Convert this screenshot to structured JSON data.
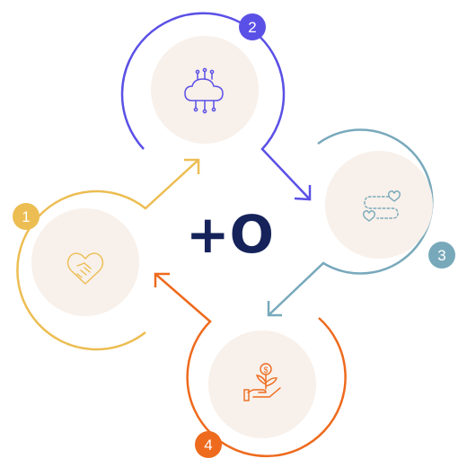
{
  "center_logo": {
    "text": "+O"
  },
  "colors": {
    "step1": "#ecbd52",
    "step2": "#5b50e6",
    "step3": "#78a9bb",
    "step4": "#ee6a1d",
    "disc": "#f8f0ea",
    "logo": "#15235a"
  },
  "steps": [
    {
      "number": "1",
      "icon": "handshake-heart-icon"
    },
    {
      "number": "2",
      "icon": "cloud-circuit-icon"
    },
    {
      "number": "3",
      "icon": "hearts-path-icon"
    },
    {
      "number": "4",
      "icon": "hand-dollar-plant-icon"
    }
  ]
}
